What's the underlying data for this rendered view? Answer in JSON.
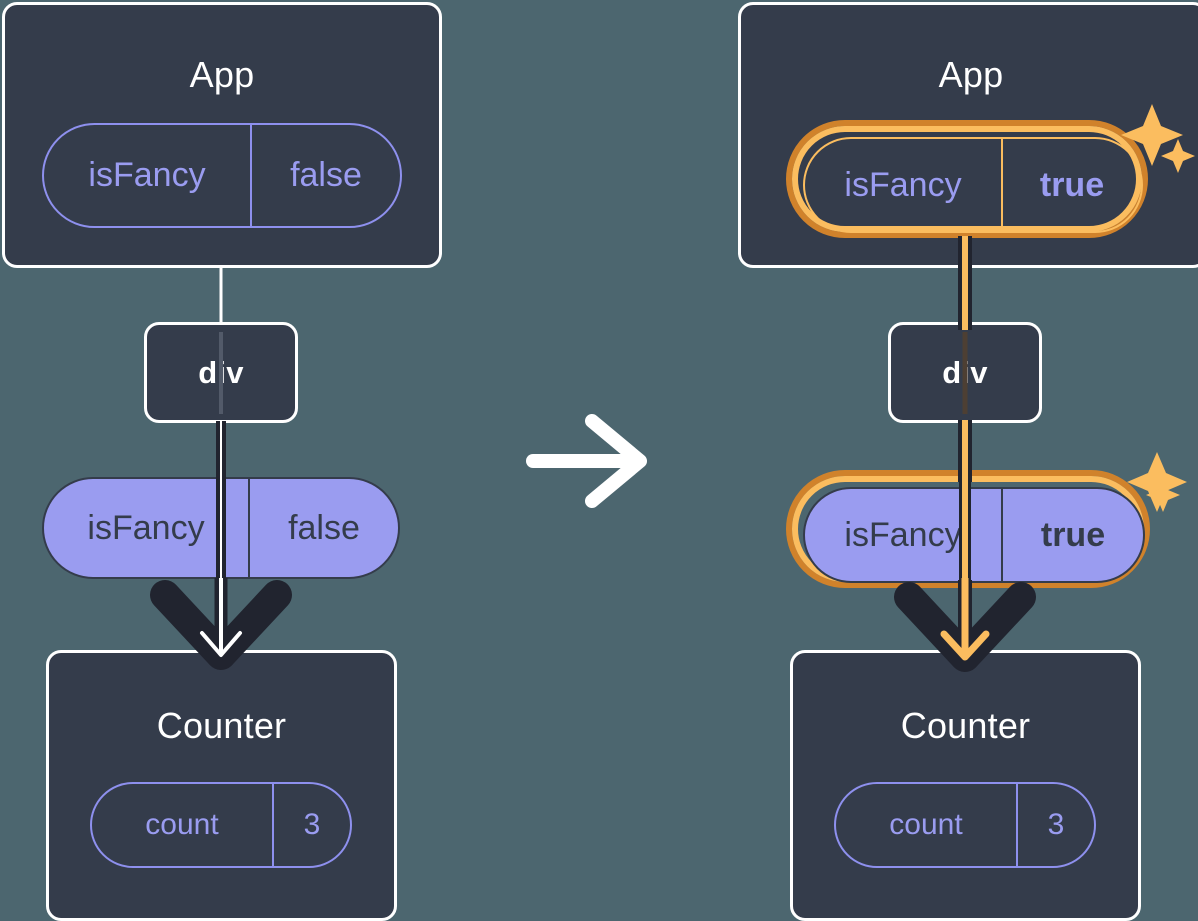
{
  "diagram": {
    "type": "react-state-propagation",
    "title_semantic": "state update re-render flow",
    "background_color": "#4c666f",
    "colors": {
      "card_bg": "#343c4b",
      "card_border": "#ffffff",
      "purple": "#9a9cf0",
      "purple_outline": "#8e90ee",
      "highlight_outer": "#d0822b",
      "highlight_inner": "#fbbd5f",
      "arrow_dark": "#21242f",
      "arrow_white": "#ffffff",
      "arrow_amber": "#fbbd5f"
    },
    "transition_arrow": "arrow-right"
  },
  "before": {
    "app": {
      "title": "App",
      "state": {
        "key": "isFancy",
        "value": "false",
        "highlighted": false
      }
    },
    "div": {
      "title": "div"
    },
    "prop": {
      "key": "isFancy",
      "value": "false",
      "highlighted": false
    },
    "counter": {
      "title": "Counter",
      "state": {
        "key": "count",
        "value": "3"
      }
    },
    "sparkles": false
  },
  "after": {
    "app": {
      "title": "App",
      "state": {
        "key": "isFancy",
        "value": "true",
        "highlighted": true
      }
    },
    "div": {
      "title": "div"
    },
    "prop": {
      "key": "isFancy",
      "value": "true",
      "highlighted": true
    },
    "counter": {
      "title": "Counter",
      "state": {
        "key": "count",
        "value": "3"
      }
    },
    "sparkles": true
  }
}
